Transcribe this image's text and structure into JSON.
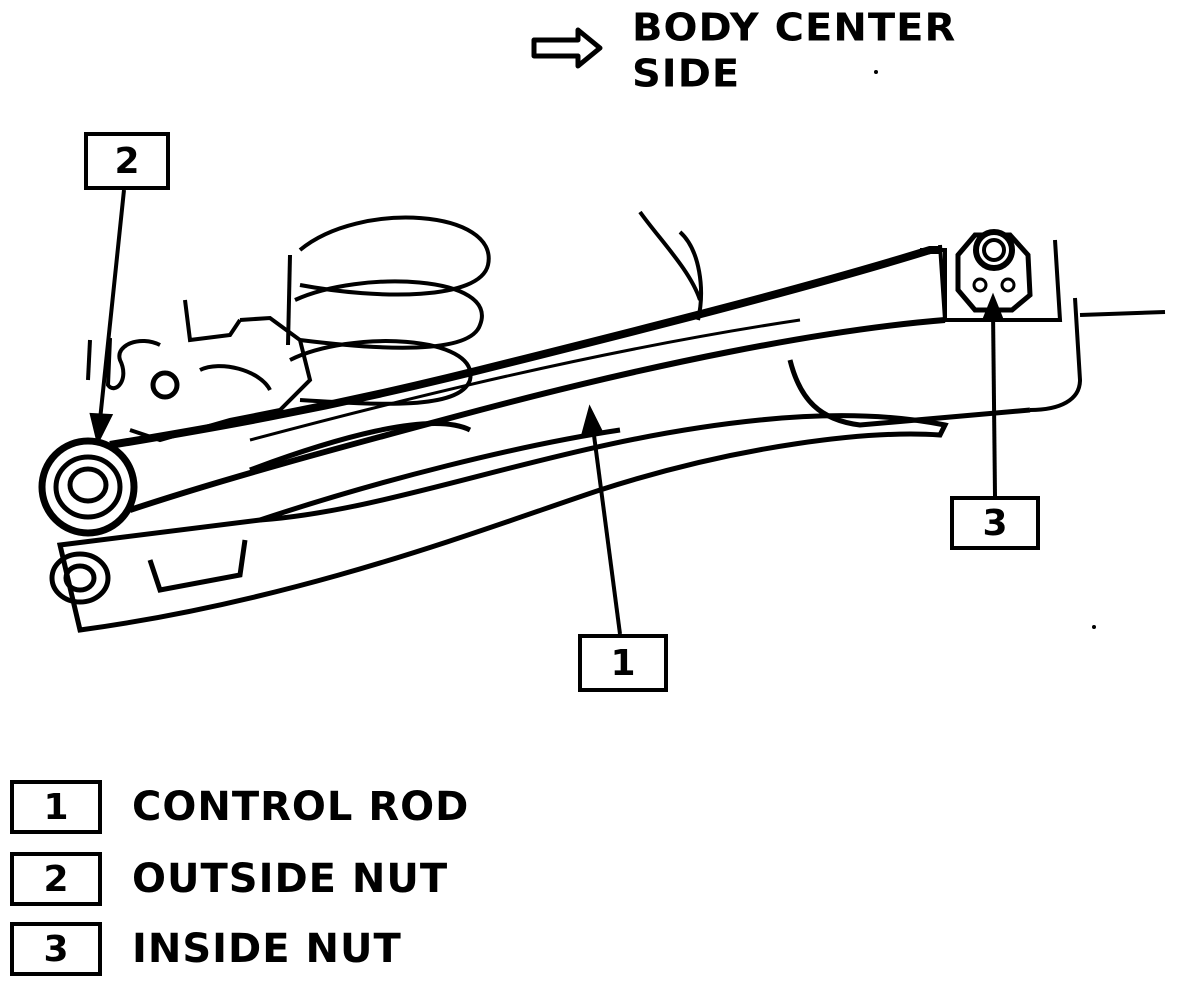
{
  "header": {
    "direction_line1": "BODY CENTER",
    "direction_line2": "SIDE"
  },
  "callouts": [
    {
      "number": "2"
    },
    {
      "number": "3"
    },
    {
      "number": "1"
    }
  ],
  "legend": [
    {
      "number": "1",
      "label": "CONTROL ROD"
    },
    {
      "number": "2",
      "label": "OUTSIDE NUT"
    },
    {
      "number": "3",
      "label": "INSIDE NUT"
    }
  ]
}
